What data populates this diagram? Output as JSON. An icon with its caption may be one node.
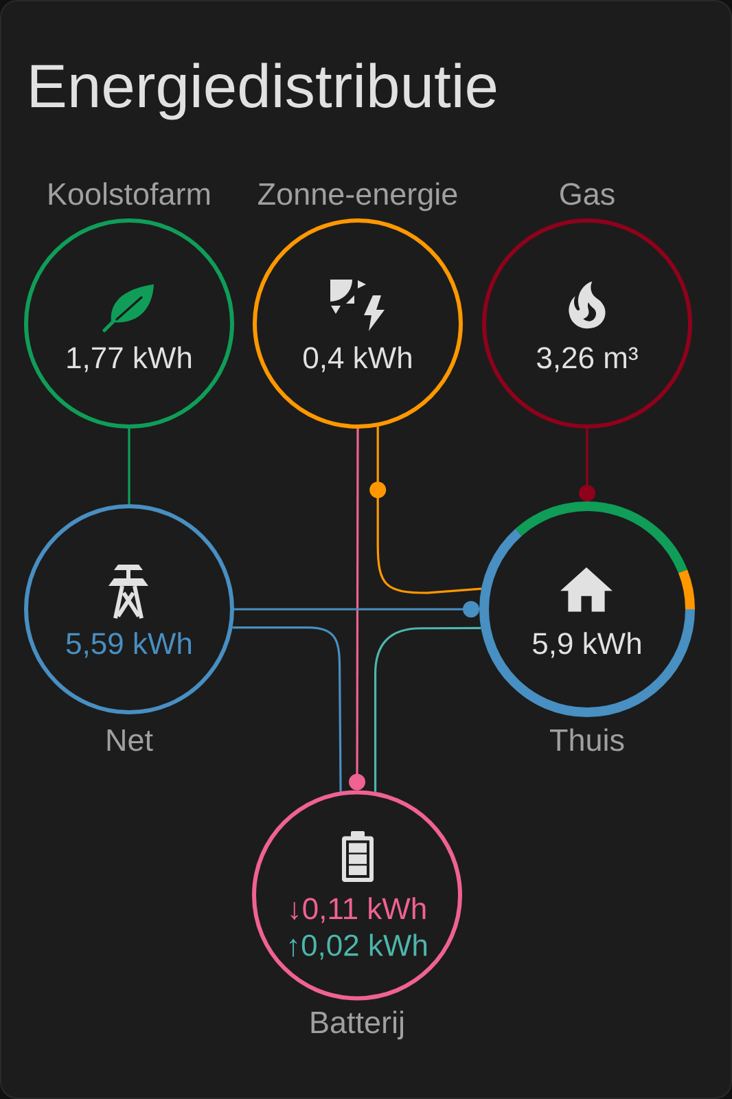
{
  "diagram": {
    "title": "Energiedistributie",
    "nodes": [
      {
        "text": [
          "Koolstofarm",
          "1,77 kWh"
        ]
      },
      {
        "text": [
          "Zonne-energie",
          "0,4 kWh"
        ]
      },
      {
        "text": [
          "Gas",
          "3,26 m³"
        ]
      },
      {
        "text": [
          "5,59 kWh",
          "Net"
        ]
      },
      {
        "text": [
          "5,9 kWh",
          "Thuis"
        ]
      },
      {
        "text": [
          "↓0,11 kWh",
          "↑0,02 kWh",
          "Batterij"
        ]
      }
    ],
    "edges": [
      {
        "from": 0,
        "to": 3,
        "arrow": "none",
        "color": "#0f9d58"
      },
      {
        "from": 1,
        "to": 4,
        "arrow": "none",
        "color": "#ff9800"
      },
      {
        "from": 1,
        "to": 5,
        "arrow": "other",
        "color": "#f06292"
      },
      {
        "from": 2,
        "to": 4,
        "arrow": "other",
        "color": "#8e021b"
      },
      {
        "from": 3,
        "to": 4,
        "arrow": "other",
        "color": "#488fc2"
      },
      {
        "from": 3,
        "to": 5,
        "arrow": "none",
        "color": "#488fc2"
      },
      {
        "from": 5,
        "to": 4,
        "arrow": "none",
        "color": "#4db6ac"
      }
    ]
  }
}
